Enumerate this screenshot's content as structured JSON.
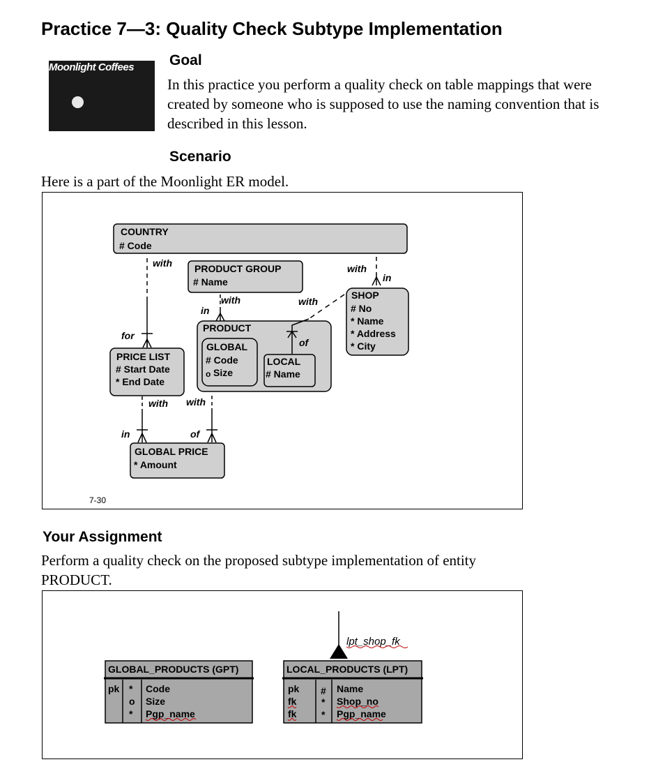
{
  "title": "Practice 7—3: Quality Check Subtype Implementation",
  "logo": {
    "text": "Moonlight Coffees"
  },
  "goal": {
    "heading": "Goal",
    "lines": [
      "In this practice you perform a quality check on table mappings that were",
      "created by someone who is supposed to use the naming convention that is",
      "described in this lesson."
    ]
  },
  "scenario": {
    "heading": "Scenario",
    "text": "Here is a part of the Moonlight ER model."
  },
  "er_diagram": {
    "page_ref": "7-30",
    "entities": {
      "country": {
        "name": "COUNTRY",
        "attrs": [
          "# Code"
        ]
      },
      "product_group": {
        "name": "PRODUCT GROUP",
        "attrs": [
          "# Name"
        ]
      },
      "shop": {
        "name": "SHOP",
        "attrs": [
          "# No",
          "* Name",
          "* Address",
          "* City"
        ]
      },
      "product": {
        "name": "PRODUCT"
      },
      "global": {
        "name": "GLOBAL",
        "attrs": [
          "# Code",
          "Size"
        ],
        "optional_symbol": "o"
      },
      "local": {
        "name": "LOCAL",
        "attrs": [
          "# Name"
        ]
      },
      "price_list": {
        "name": "PRICE LIST",
        "attrs": [
          "# Start Date",
          "* End Date"
        ]
      },
      "global_price": {
        "name": "GLOBAL PRICE",
        "attrs": [
          "* Amount"
        ]
      }
    },
    "labels": {
      "country_with": "with",
      "pricelist_for": "for",
      "pg_with": "with",
      "product_in": "in",
      "shop_with_top": "with",
      "shop_in": "in",
      "shop_with_local": "with",
      "local_of": "of",
      "pricelist_with": "with",
      "gp_in": "in",
      "global_with": "with",
      "gp_of": "of"
    }
  },
  "assignment": {
    "heading": "Your Assignment",
    "lines": [
      "Perform a quality check on the proposed subtype implementation of entity",
      "PRODUCT."
    ]
  },
  "table_diagram": {
    "fk_label": "lpt_shop_fk",
    "global_table": {
      "title": "GLOBAL_PRODUCTS (GPT)",
      "keys": [
        "pk",
        "",
        ""
      ],
      "flags": [
        "*",
        "o",
        "*"
      ],
      "columns": [
        "Code",
        "Size",
        "Pgp_name"
      ]
    },
    "local_table": {
      "title": "LOCAL_PRODUCTS (LPT)",
      "keys": [
        "pk",
        "fk",
        "fk"
      ],
      "flags": [
        "#",
        "*",
        "*"
      ],
      "columns": [
        "Name",
        "Shop_no",
        "Pgp_name"
      ]
    }
  }
}
